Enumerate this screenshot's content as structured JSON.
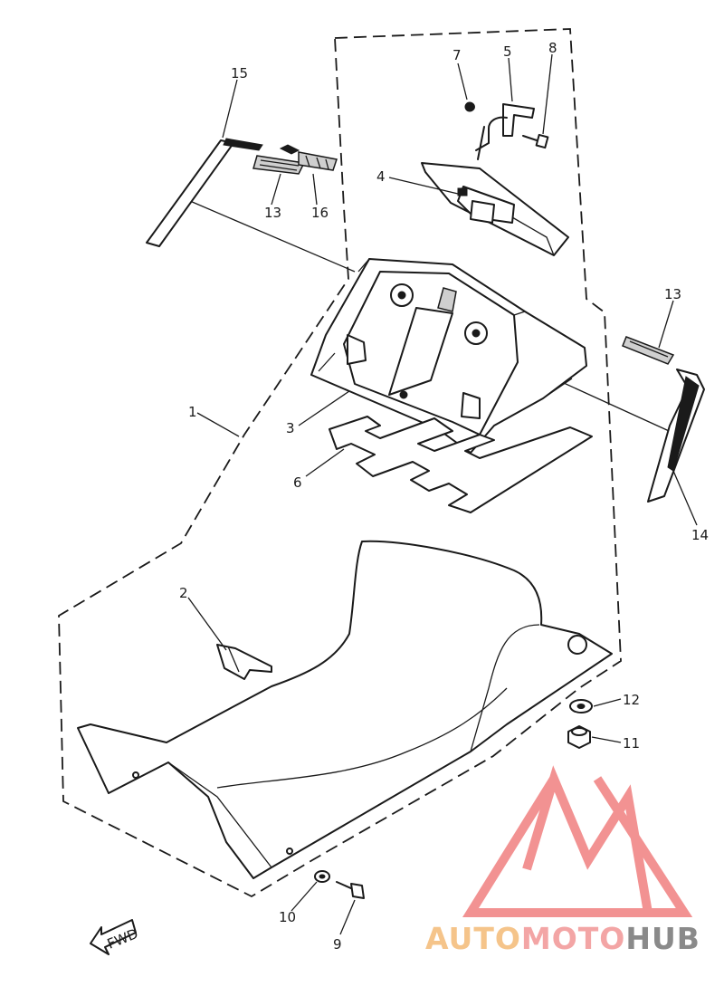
{
  "callouts": [
    {
      "id": "15",
      "text": "15"
    },
    {
      "id": "13a",
      "text": "13"
    },
    {
      "id": "16",
      "text": "16"
    },
    {
      "id": "7",
      "text": "7"
    },
    {
      "id": "5",
      "text": "5"
    },
    {
      "id": "8",
      "text": "8"
    },
    {
      "id": "4",
      "text": "4"
    },
    {
      "id": "1",
      "text": "1"
    },
    {
      "id": "3",
      "text": "3"
    },
    {
      "id": "6",
      "text": "6"
    },
    {
      "id": "13b",
      "text": "13"
    },
    {
      "id": "14",
      "text": "14"
    },
    {
      "id": "2",
      "text": "2"
    },
    {
      "id": "12",
      "text": "12"
    },
    {
      "id": "11",
      "text": "11"
    },
    {
      "id": "10",
      "text": "10"
    },
    {
      "id": "9",
      "text": "9"
    }
  ],
  "direction_arrow": {
    "text": "FWD"
  },
  "watermark": {
    "part1": "AUTO",
    "part2": "MOTO",
    "part3": "HUB",
    "color1": "#f5c48a",
    "color2": "#f3a5a5",
    "color3": "#8a8a8a",
    "logo_color": "#f08080"
  }
}
